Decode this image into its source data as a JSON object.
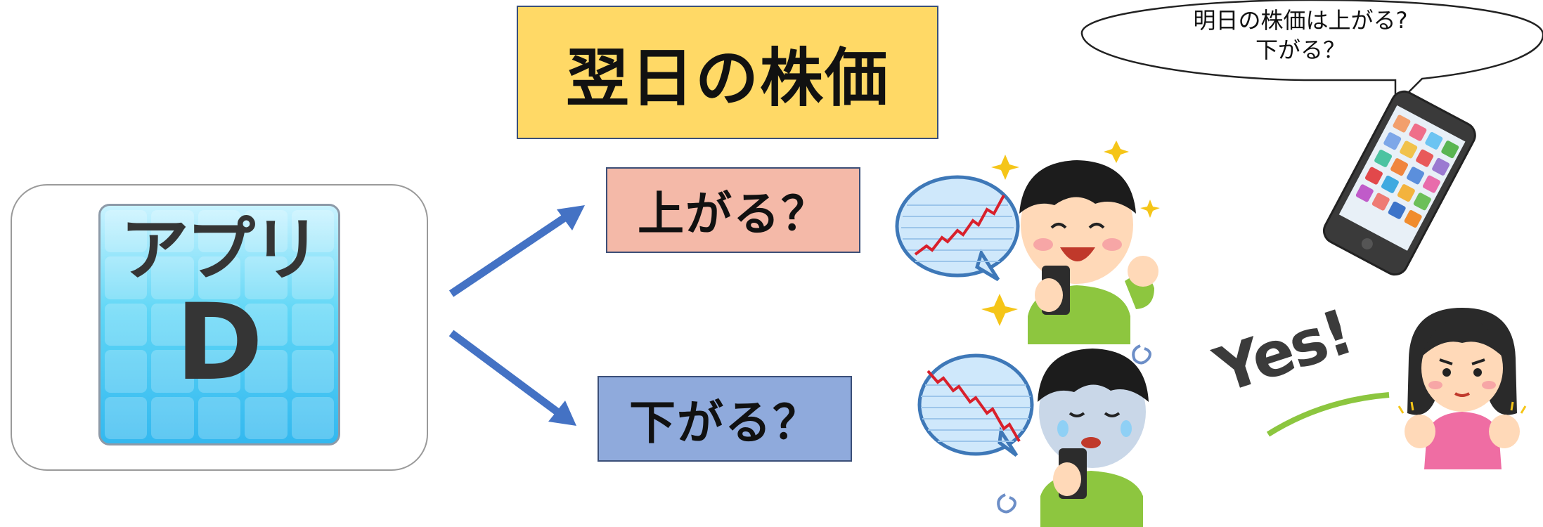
{
  "title": "翌日の株価",
  "app_icon": {
    "line1": "アプリ",
    "line2": "D"
  },
  "choices": {
    "up_label": "上がる？",
    "down_label": "下がる？"
  },
  "speech_bubble": {
    "line1": "明日の株価は上がる?",
    "line2": "下がる？"
  },
  "yes_label": "Yes!",
  "colors": {
    "title_fill": "#ffd966",
    "up_fill": "#f4b9a8",
    "down_fill": "#8faadc",
    "arrow": "#4472c4",
    "box_border": "#3b4f78"
  }
}
